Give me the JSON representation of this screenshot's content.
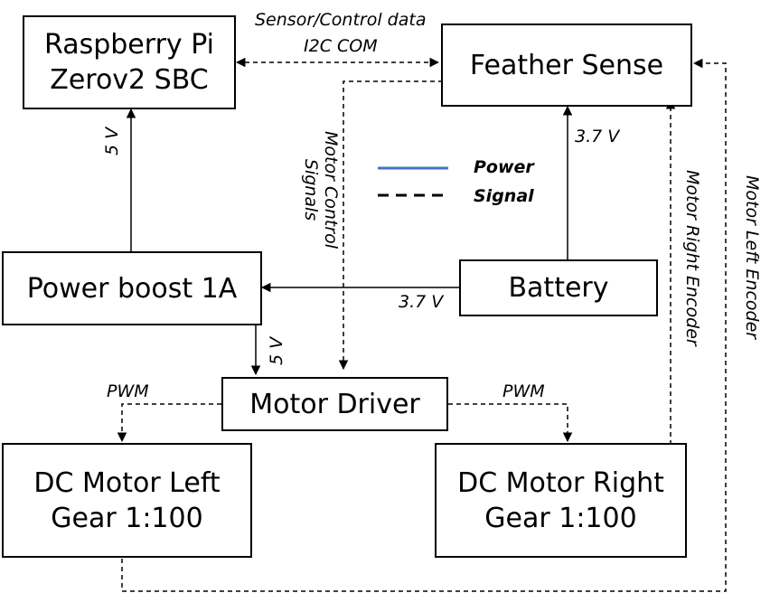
{
  "boxes": {
    "raspberry": {
      "line1": "Raspberry Pi",
      "line2": "Zerov2 SBC"
    },
    "feather": {
      "line1": "Feather Sense"
    },
    "powerboost": {
      "line1": "Power boost 1A"
    },
    "battery": {
      "line1": "Battery"
    },
    "motor_driver": {
      "line1": "Motor Driver"
    },
    "motor_left": {
      "line1": "DC Motor Left",
      "line2": "Gear 1:100"
    },
    "motor_right": {
      "line1": "DC Motor Right",
      "line2": "Gear 1:100"
    }
  },
  "labels": {
    "sensor_data_line1": "Sensor/Control data",
    "sensor_data_line2": "I2C COM",
    "five_v_pi": "5 V",
    "five_v_driver": "5 V",
    "three_seven_feather": "3.7 V",
    "three_seven_boost": "3.7 V",
    "pwm_left": "PWM",
    "pwm_right": "PWM",
    "motor_control_line1": "Motor Control",
    "motor_control_line2": "Signals",
    "motor_right_encoder": "Motor Right Encoder",
    "motor_left_encoder": "Motor Left Encoder"
  },
  "legend": {
    "power_label": "Power",
    "power_color": "#4472C4",
    "signal_label": "Signal"
  }
}
